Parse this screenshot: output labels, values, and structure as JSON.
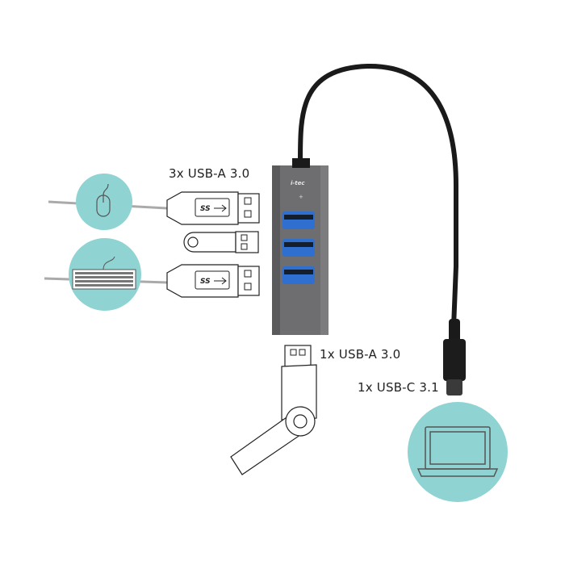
{
  "labels": {
    "usb_a_count": "3x USB-A 3.0",
    "usb_a_single": "1x USB-A 3.0",
    "usb_c": "1x USB-C 3.1"
  },
  "hub": {
    "brand_logo": "i-tec",
    "port_count": 3
  },
  "connector_marks": {
    "superspeed": "SS"
  },
  "icons": [
    "mouse-icon",
    "keyboard-icon",
    "laptop-icon",
    "usb-flash-drive-icon"
  ],
  "colors": {
    "accent_teal": "#8fd3d3",
    "hub_gray": "#6e6e70",
    "usb3_blue": "#2f6fd0",
    "cable_black": "#1a1a1a"
  }
}
